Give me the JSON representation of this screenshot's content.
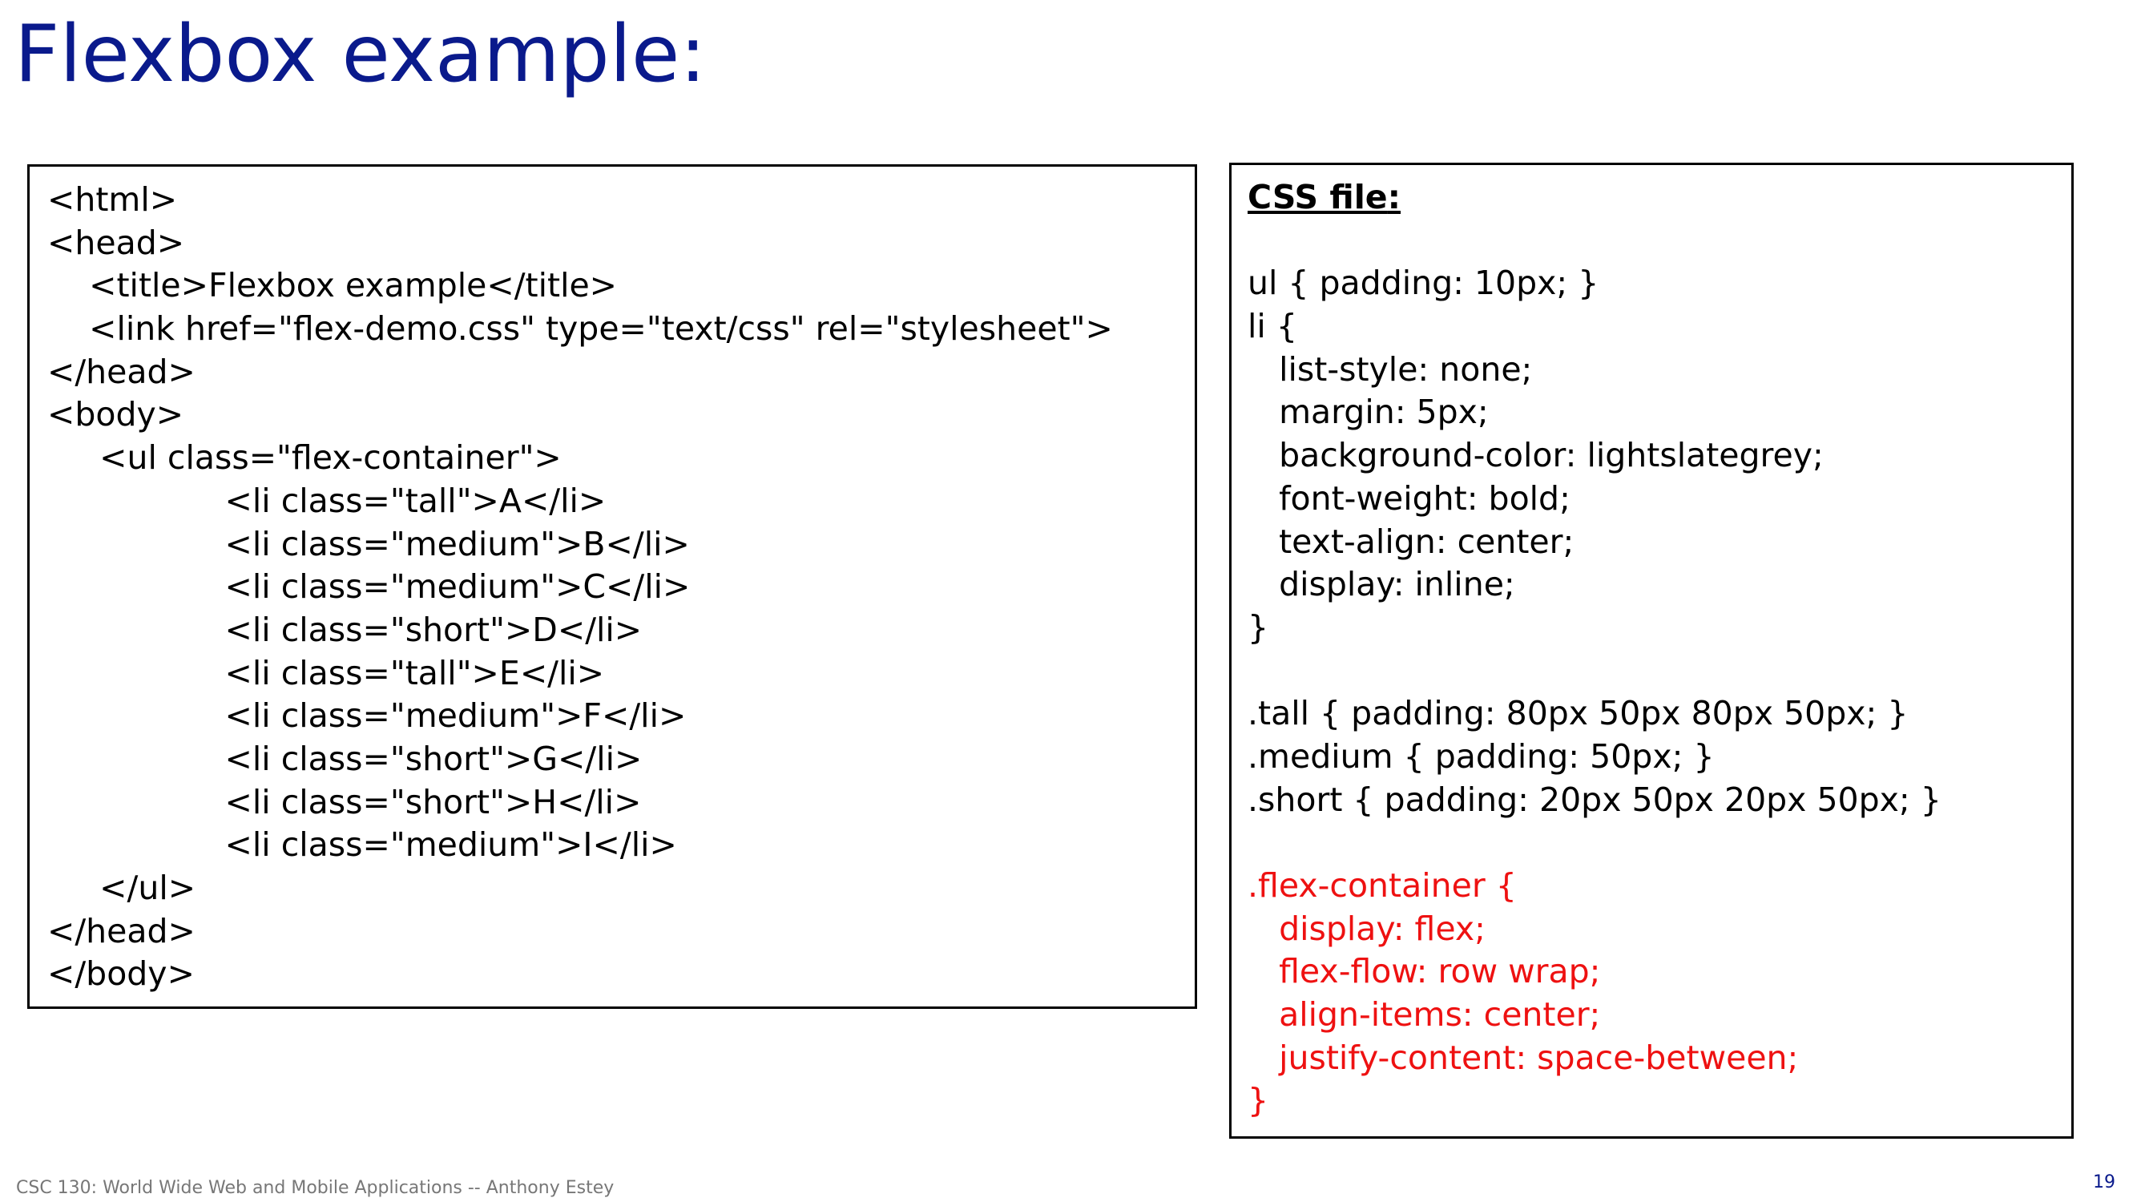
{
  "slide": {
    "title": "Flexbox example:",
    "footer": "CSC 130: World Wide Web and Mobile Applications -- Anthony Estey",
    "page_number": "19"
  },
  "html_code": {
    "lines": [
      "<html>",
      "<head>",
      "    <title>Flexbox example</title>",
      "    <link href=\"flex-demo.css\" type=\"text/css\" rel=\"stylesheet\">",
      "</head>",
      "<body>",
      "     <ul class=\"flex-container\">",
      "                 <li class=\"tall\">A</li>",
      "                 <li class=\"medium\">B</li>",
      "                 <li class=\"medium\">C</li>",
      "                 <li class=\"short\">D</li>",
      "                 <li class=\"tall\">E</li>",
      "                 <li class=\"medium\">F</li>",
      "                 <li class=\"short\">G</li>",
      "                 <li class=\"short\">H</li>",
      "                 <li class=\"medium\">I</li>",
      "     </ul>",
      "</head>",
      "</body>"
    ]
  },
  "css_code": {
    "header": "CSS file",
    "header_suffix": ":",
    "lines": [
      "",
      "ul { padding: 10px; }",
      "li {",
      "   list-style: none;",
      "   margin: 5px;",
      "   background-color: lightslategrey;",
      "   font-weight: bold;",
      "   text-align: center;",
      "   display: inline;",
      "}",
      "",
      ".tall { padding: 80px 50px 80px 50px; }",
      ".medium { padding: 50px; }",
      ".short { padding: 20px 50px 20px 50px; }",
      ""
    ],
    "highlight_lines": [
      ".flex-container {",
      "   display: flex;",
      "   flex-flow: row wrap;",
      "   align-items: center;",
      "   justify-content: space-between;",
      "}"
    ],
    "highlight_color": "#ee1111"
  }
}
